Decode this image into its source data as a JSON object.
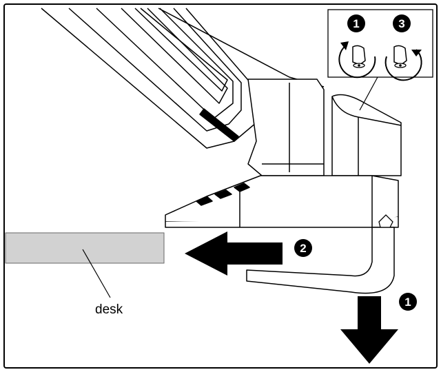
{
  "labels": {
    "desk": "desk",
    "step_top_left": "1",
    "step_top_right": "3",
    "step_push": "2",
    "step_pull_down": "1"
  },
  "icons": {
    "counterclockwise": "rotate-counterclockwise-icon",
    "clockwise": "rotate-clockwise-icon",
    "arrow_left": "arrow-left-icon",
    "arrow_down": "arrow-down-icon"
  },
  "colors": {
    "desk_fill": "#d2d2d2",
    "ink": "#000000",
    "badge_fill": "#000000",
    "badge_text": "#ffffff",
    "background": "#ffffff"
  }
}
